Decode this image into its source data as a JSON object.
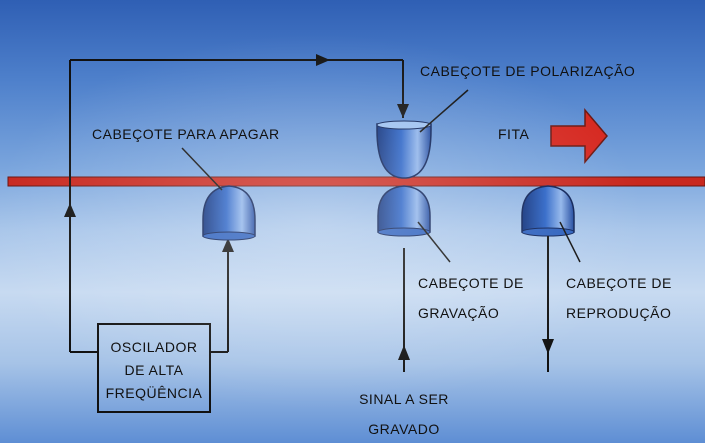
{
  "labels": {
    "polarization_head": "CABEÇOTE DE POLARIZAÇÃO",
    "erase_head": "CABEÇOTE PARA APAGAR",
    "tape": "FITA",
    "record_head_line1": "CABEÇOTE DE",
    "record_head_line2": "GRAVAÇÃO",
    "playback_head_line1": "CABEÇOTE DE",
    "playback_head_line2": "REPRODUÇÃO",
    "oscillator_line1": "OSCILADOR",
    "oscillator_line2": "DE ALTA",
    "oscillator_line3": "FREQÜÊNCIA",
    "signal_line1": "SINAL A SER",
    "signal_line2": "GRAVADO"
  },
  "colors": {
    "tape": "#c8281f",
    "head": "#1f4fa8",
    "arrow": "#d62a22"
  },
  "icons": {
    "tape_direction": "right-arrow-icon",
    "head_shape": "magnetic-head-icon"
  }
}
